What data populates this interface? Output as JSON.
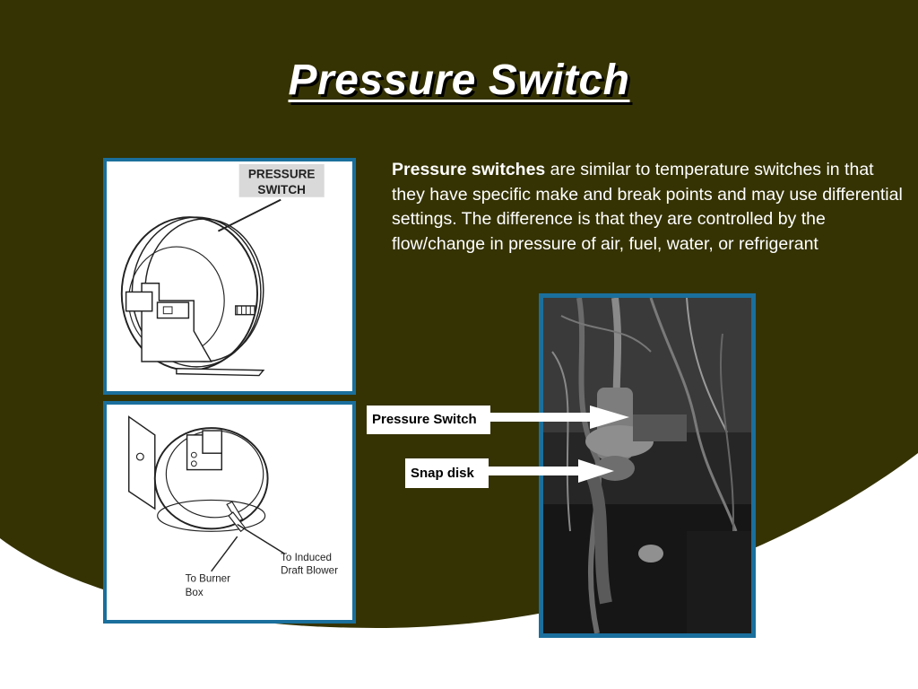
{
  "slide": {
    "title": "Pressure Switch",
    "body": {
      "lead": "Pressure switches",
      "rest": " are similar to temperature switches in that they have specific make and break points and may use differential settings. The difference is that they are controlled by the flow/change in pressure of air, fuel, water, or refrigerant"
    },
    "diagram_top": {
      "label_line1": "PRESSURE",
      "label_line2": "SWITCH"
    },
    "diagram_bottom": {
      "label_induced_line1": "To Induced",
      "label_induced_line2": "Draft Blower",
      "label_burner_line1": "To Burner",
      "label_burner_line2": "Box"
    },
    "callouts": {
      "pressure_switch": "Pressure Switch",
      "snap_disk": "Snap disk"
    }
  },
  "colors": {
    "background_dark": "#353303",
    "background_light": "#ffffff",
    "frame_border": "#1a6f9c",
    "text": "#ffffff"
  }
}
